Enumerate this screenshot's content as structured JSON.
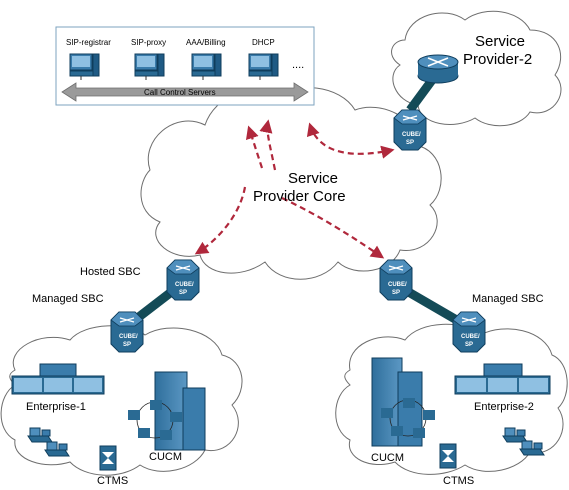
{
  "servers": {
    "items": [
      "SIP-registrar",
      "SIP-proxy",
      "AAA/Billing",
      "DHCP"
    ],
    "ellipsis": "....",
    "bar_label": "Call Control Servers"
  },
  "clouds": {
    "core_line1": "Service",
    "core_line2": "Provider Core",
    "sp2_line1": "Service",
    "sp2_line2": "Provider-2",
    "ent1_label": "Enterprise-1",
    "ent2_label": "Enterprise-2"
  },
  "devices": {
    "cube_sp_line1": "CUBE/",
    "cube_sp_line2": "SP",
    "hosted_sbc": "Hosted SBC",
    "managed_sbc_left": "Managed SBC",
    "managed_sbc_right": "Managed SBC",
    "cucm": "CUCM",
    "ctms": "CTMS"
  },
  "colors": {
    "cube_fill": "#2a6a93",
    "trunk": "#144b57",
    "arrow": "#b0283c",
    "cloud_stroke": "#6e6e6e",
    "server_fill": "#3a7cab"
  }
}
